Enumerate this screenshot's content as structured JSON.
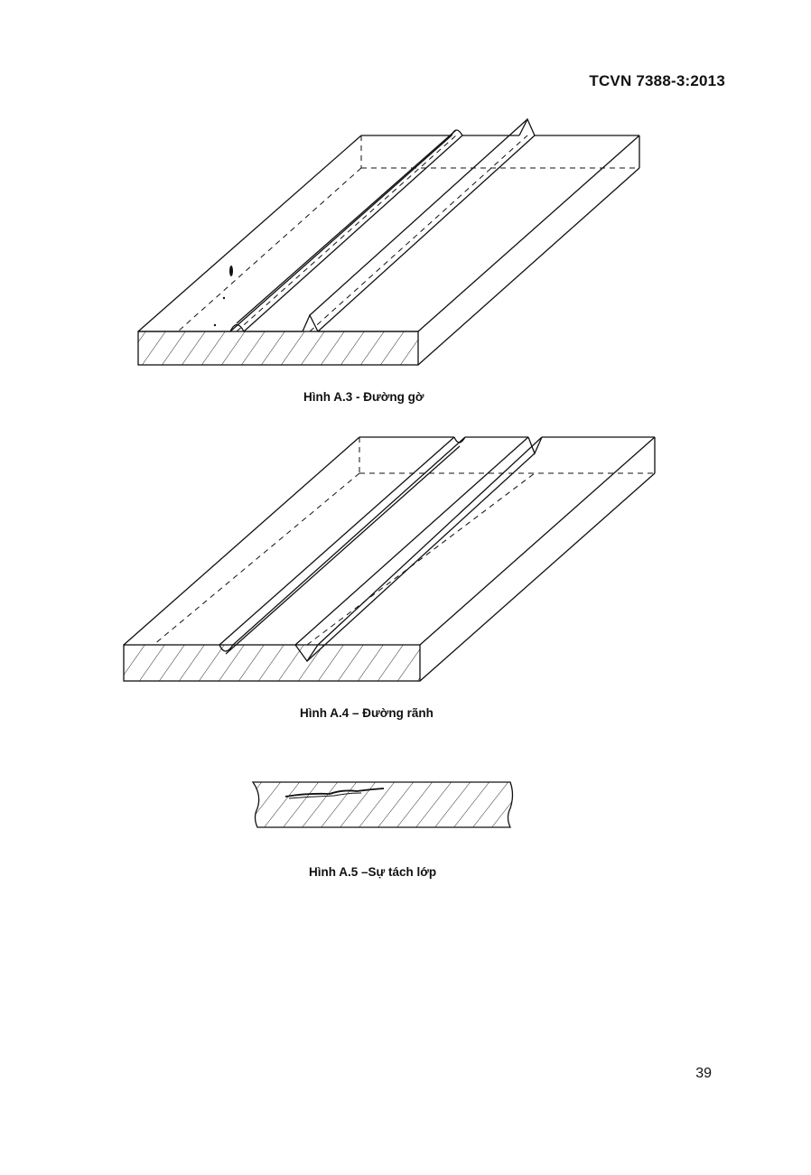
{
  "header": {
    "standard_code": "TCVN 7388-3:2013"
  },
  "figures": [
    {
      "caption": "Hình A.3 - Đường gờ"
    },
    {
      "caption": "Hình A.4 – Đường rãnh"
    },
    {
      "caption": "Hình A.5 –Sự tách lớp"
    }
  ],
  "page_number": "39"
}
